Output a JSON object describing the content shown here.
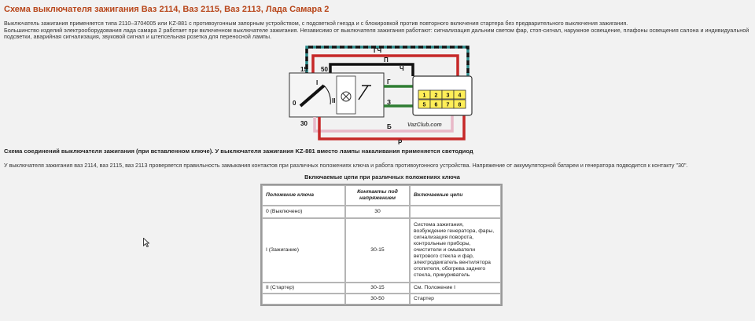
{
  "article": {
    "title": "Схема выключателя зажигания Ваз 2114, Ваз 2115, Ваз 2113, Лада Самара 2",
    "intro_line1": "Выключатель зажигания применяется типа 2110–3704005 или KZ-881 с противоугонным запорным устройством, с подсветкой гнезда и с блокировкой против повторного включения стартера без предварительного выключения зажигания.",
    "intro_line2": "Большинство изделий электрооборудования лада самара 2 работает при включенном выключателе зажигания. Независимо от выключателя зажигания работают: сигнализация дальним светом фар, стоп-сигнал, наружное освещение, плафоны освещения салона и индивидуальной подсветки, аварийная сигнализация, звуковой сигнал и штепсельная розетка для переносной лампы.",
    "caption": "Схема соединений выключателя зажигания (при вставленном ключе). У выключателя зажигания KZ-881 вместо лампы накаливания применяется светодиод",
    "paragraph": "У выключателя зажигания ваз 2114, ваз 2115, ваз 2113 проверяется правильность замыкания контактов при различных положениях ключа и работа противоугонного устройства. Напряжение от аккумуляторной батареи и генератора подводится к контакту \"30\"."
  },
  "diagram": {
    "terminals": {
      "t15": "15",
      "t50": "50",
      "t0": "0",
      "t30": "30"
    },
    "positions": {
      "p1": "I",
      "p2": "II"
    },
    "wires": {
      "gch": "ГЧ",
      "p": "П",
      "ch": "Ч",
      "g": "Г",
      "z": "З",
      "b": "Б",
      "r": "Р"
    },
    "pins": [
      "1",
      "2",
      "3",
      "4",
      "5",
      "6",
      "7",
      "8"
    ],
    "watermark": "VazClub.com",
    "colors": {
      "gch_wire": "#2a8a8a",
      "p_wire": "#c62828",
      "ch_wire": "#111111",
      "g_wire": "#2e7d32",
      "z_wire": "#2e7d32",
      "b_wire": "#e8b8c8",
      "r_wire": "#c62828",
      "connector_fill": "#ffee58"
    }
  },
  "table": {
    "title": "Включаемые цепи при различных положениях ключа",
    "headers": [
      "Положение ключа",
      "Контакты под напряжением",
      "Включаемые цепи"
    ],
    "rows": [
      [
        "0 (Выключено)",
        "30",
        ""
      ],
      [
        "I (Зажигание)",
        "30-15",
        "Система зажигания, возбуждение генератора, фары, сигнализация поворота, контрольные приборы, очистители и омыватели ветрового стекла и фар, электродвигатель вентилятора отопителя, обогрева заднего стекла, прикуриватель"
      ],
      [
        "II (Стартер)",
        "30-15",
        "См. Положение I"
      ],
      [
        "",
        "30-50",
        "Стартер"
      ]
    ]
  }
}
